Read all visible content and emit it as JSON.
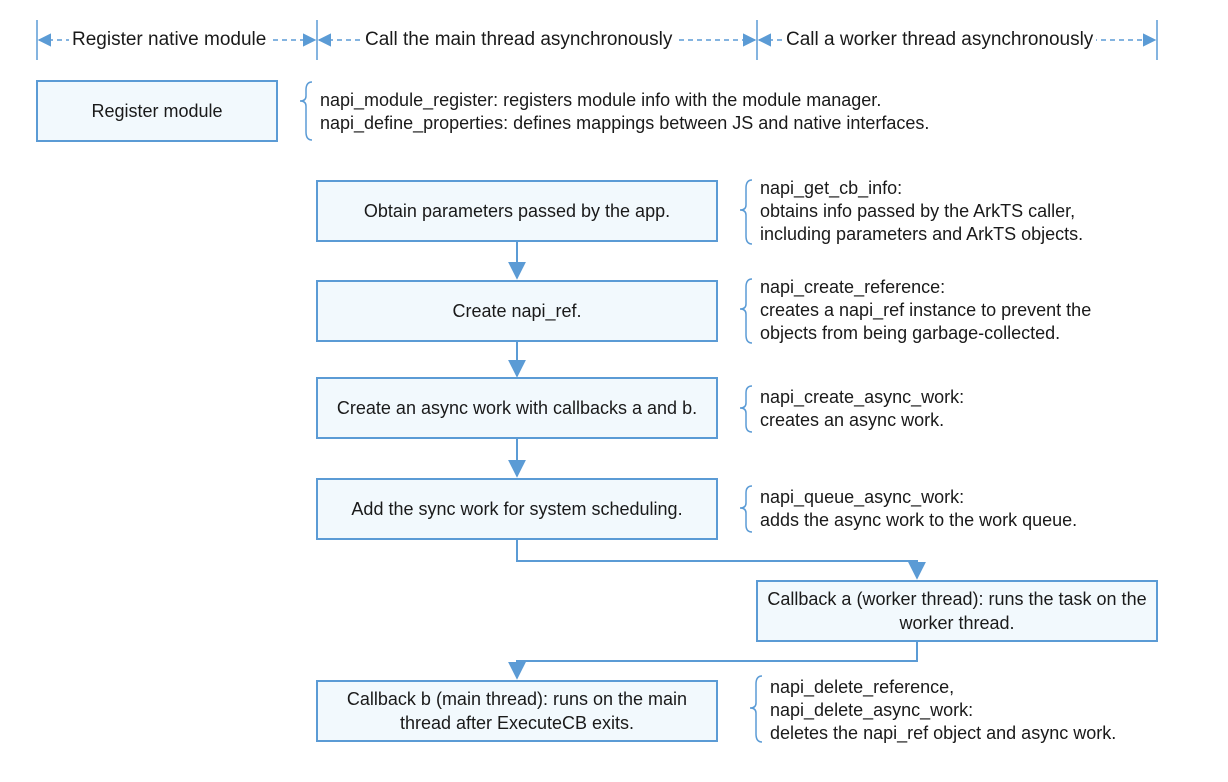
{
  "colors": {
    "line": "#5b9bd5",
    "box_fill": "#f2f9fd",
    "text": "#1a1a1a"
  },
  "phases": [
    "Register native module",
    "Call the main thread asynchronously",
    "Call a worker thread asynchronously"
  ],
  "register": {
    "box": "Register module",
    "note": [
      "napi_module_register: registers module info with the module manager.",
      "napi_define_properties: defines mappings between JS and native interfaces."
    ]
  },
  "steps": [
    {
      "box": "Obtain parameters passed by the app.",
      "note": [
        "napi_get_cb_info:",
        "obtains info passed by the ArkTS caller,",
        "including parameters and ArkTS objects."
      ]
    },
    {
      "box": "Create napi_ref.",
      "note": [
        "napi_create_reference:",
        "creates a napi_ref instance to prevent the",
        "objects from being garbage-collected."
      ]
    },
    {
      "box": "Create an async work with callbacks a and b.",
      "note": [
        "napi_create_async_work:",
        "creates an async work."
      ]
    },
    {
      "box": "Add the sync work for system scheduling.",
      "note": [
        "napi_queue_async_work:",
        "adds the async work to the work queue."
      ]
    }
  ],
  "callback_a": {
    "box": "Callback a (worker thread): runs the task on the worker thread."
  },
  "callback_b": {
    "box": "Callback b (main thread): runs on the main thread after ExecuteCB exits.",
    "note": [
      "napi_delete_reference,",
      "napi_delete_async_work:",
      "deletes the napi_ref object and async work."
    ]
  }
}
